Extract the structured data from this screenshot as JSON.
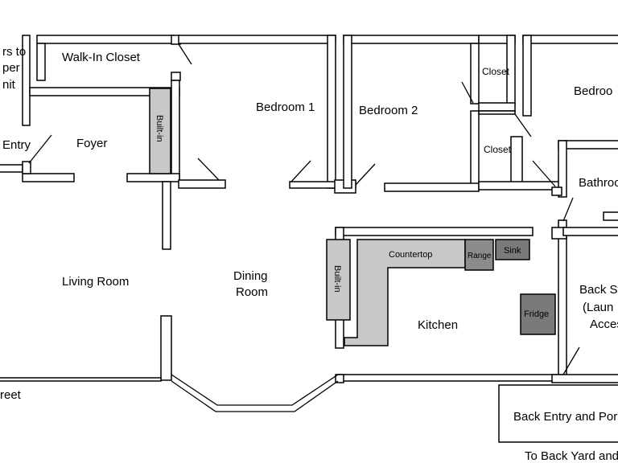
{
  "rooms": {
    "stairs": [
      "rs to",
      "per",
      "nit"
    ],
    "walk_in_closet": "Walk-In Closet",
    "bedroom1": "Bedroom 1",
    "bedroom2": "Bedroom 2",
    "closet_top": "Closet",
    "closet_mid": "Closet",
    "bedroom3": "Bedroo",
    "entry": "Entry",
    "foyer": "Foyer",
    "bathroom": "Bathroo",
    "living_room": "Living Room",
    "dining_room": [
      "Dining",
      "Room"
    ],
    "kitchen": "Kitchen",
    "back_stairs": [
      "Back St",
      "(Laun",
      "Acces"
    ],
    "street": "reet",
    "back_entry": "Back Entry and Por",
    "back_yard": "To Back Yard and"
  },
  "fixtures": {
    "builtin_foyer": "Built-in",
    "builtin_kitchen": "Built-in",
    "countertop": "Countertop",
    "range": "Range",
    "sink": "Sink",
    "fridge": "Fridge"
  },
  "colors": {
    "wall_fill": "#ffffff",
    "wall_stroke": "#000000",
    "fixture_light": "#c8c8c8",
    "fixture_dark": "#8c8c8c"
  }
}
